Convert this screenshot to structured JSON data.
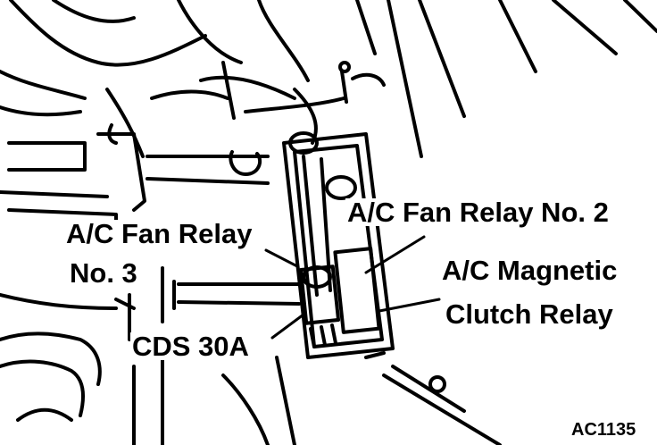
{
  "labels": {
    "fan_relay_no2": "A/C Fan Relay No. 2",
    "fan_relay_no3_line1": "A/C Fan Relay",
    "fan_relay_no3_line2": "No. 3",
    "magnetic_clutch_line1": "A/C Magnetic",
    "magnetic_clutch_line2": "Clutch Relay",
    "fuse": "CDS 30A"
  },
  "figure_code": "AC1135",
  "colors": {
    "ink": "#000000",
    "paper": "#ffffff"
  }
}
